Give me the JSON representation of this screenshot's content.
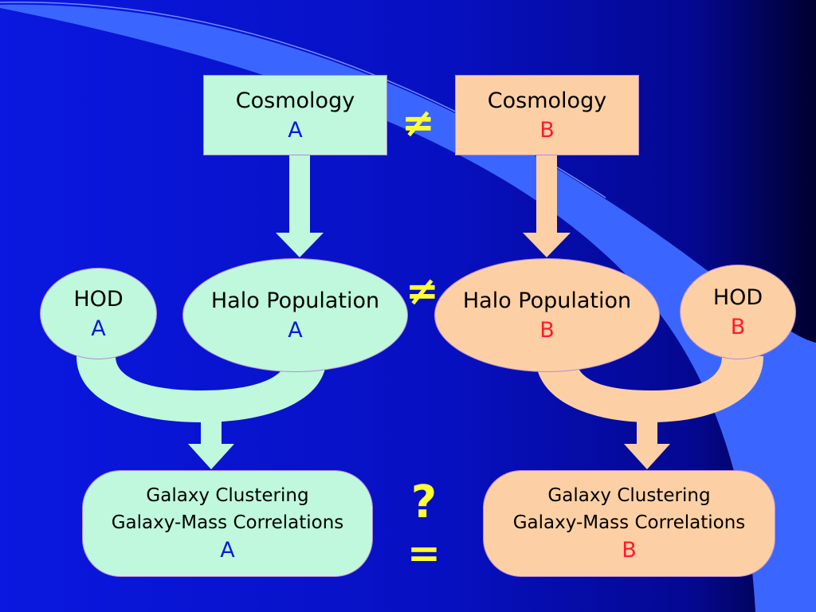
{
  "colors": {
    "background_deep": "#02007a",
    "background_mid": "#0a18e0",
    "accent_light_blue": "#3a66ff",
    "mint": "#bff8dc",
    "peach": "#fcd0a4",
    "label_a": "#0b1ad8",
    "label_b": "#ff1a2a",
    "symbol": "#ffff33"
  },
  "left": {
    "cosmology": {
      "title": "Cosmology",
      "label": "A"
    },
    "hod": {
      "title": "HOD",
      "label": "A"
    },
    "halo": {
      "title": "Halo Population",
      "label": "A"
    },
    "result": {
      "line1": "Galaxy Clustering",
      "line2": "Galaxy-Mass Correlations",
      "label": "A"
    }
  },
  "right": {
    "cosmology": {
      "title": "Cosmology",
      "label": "B"
    },
    "hod": {
      "title": "HOD",
      "label": "B"
    },
    "halo": {
      "title": "Halo Population",
      "label": "B"
    },
    "result": {
      "line1": "Galaxy Clustering",
      "line2": "Galaxy-Mass Correlations",
      "label": "B"
    }
  },
  "symbols": {
    "cosmology_relation": "≠",
    "halo_relation": "≠",
    "result_question": "?",
    "result_relation": "="
  }
}
